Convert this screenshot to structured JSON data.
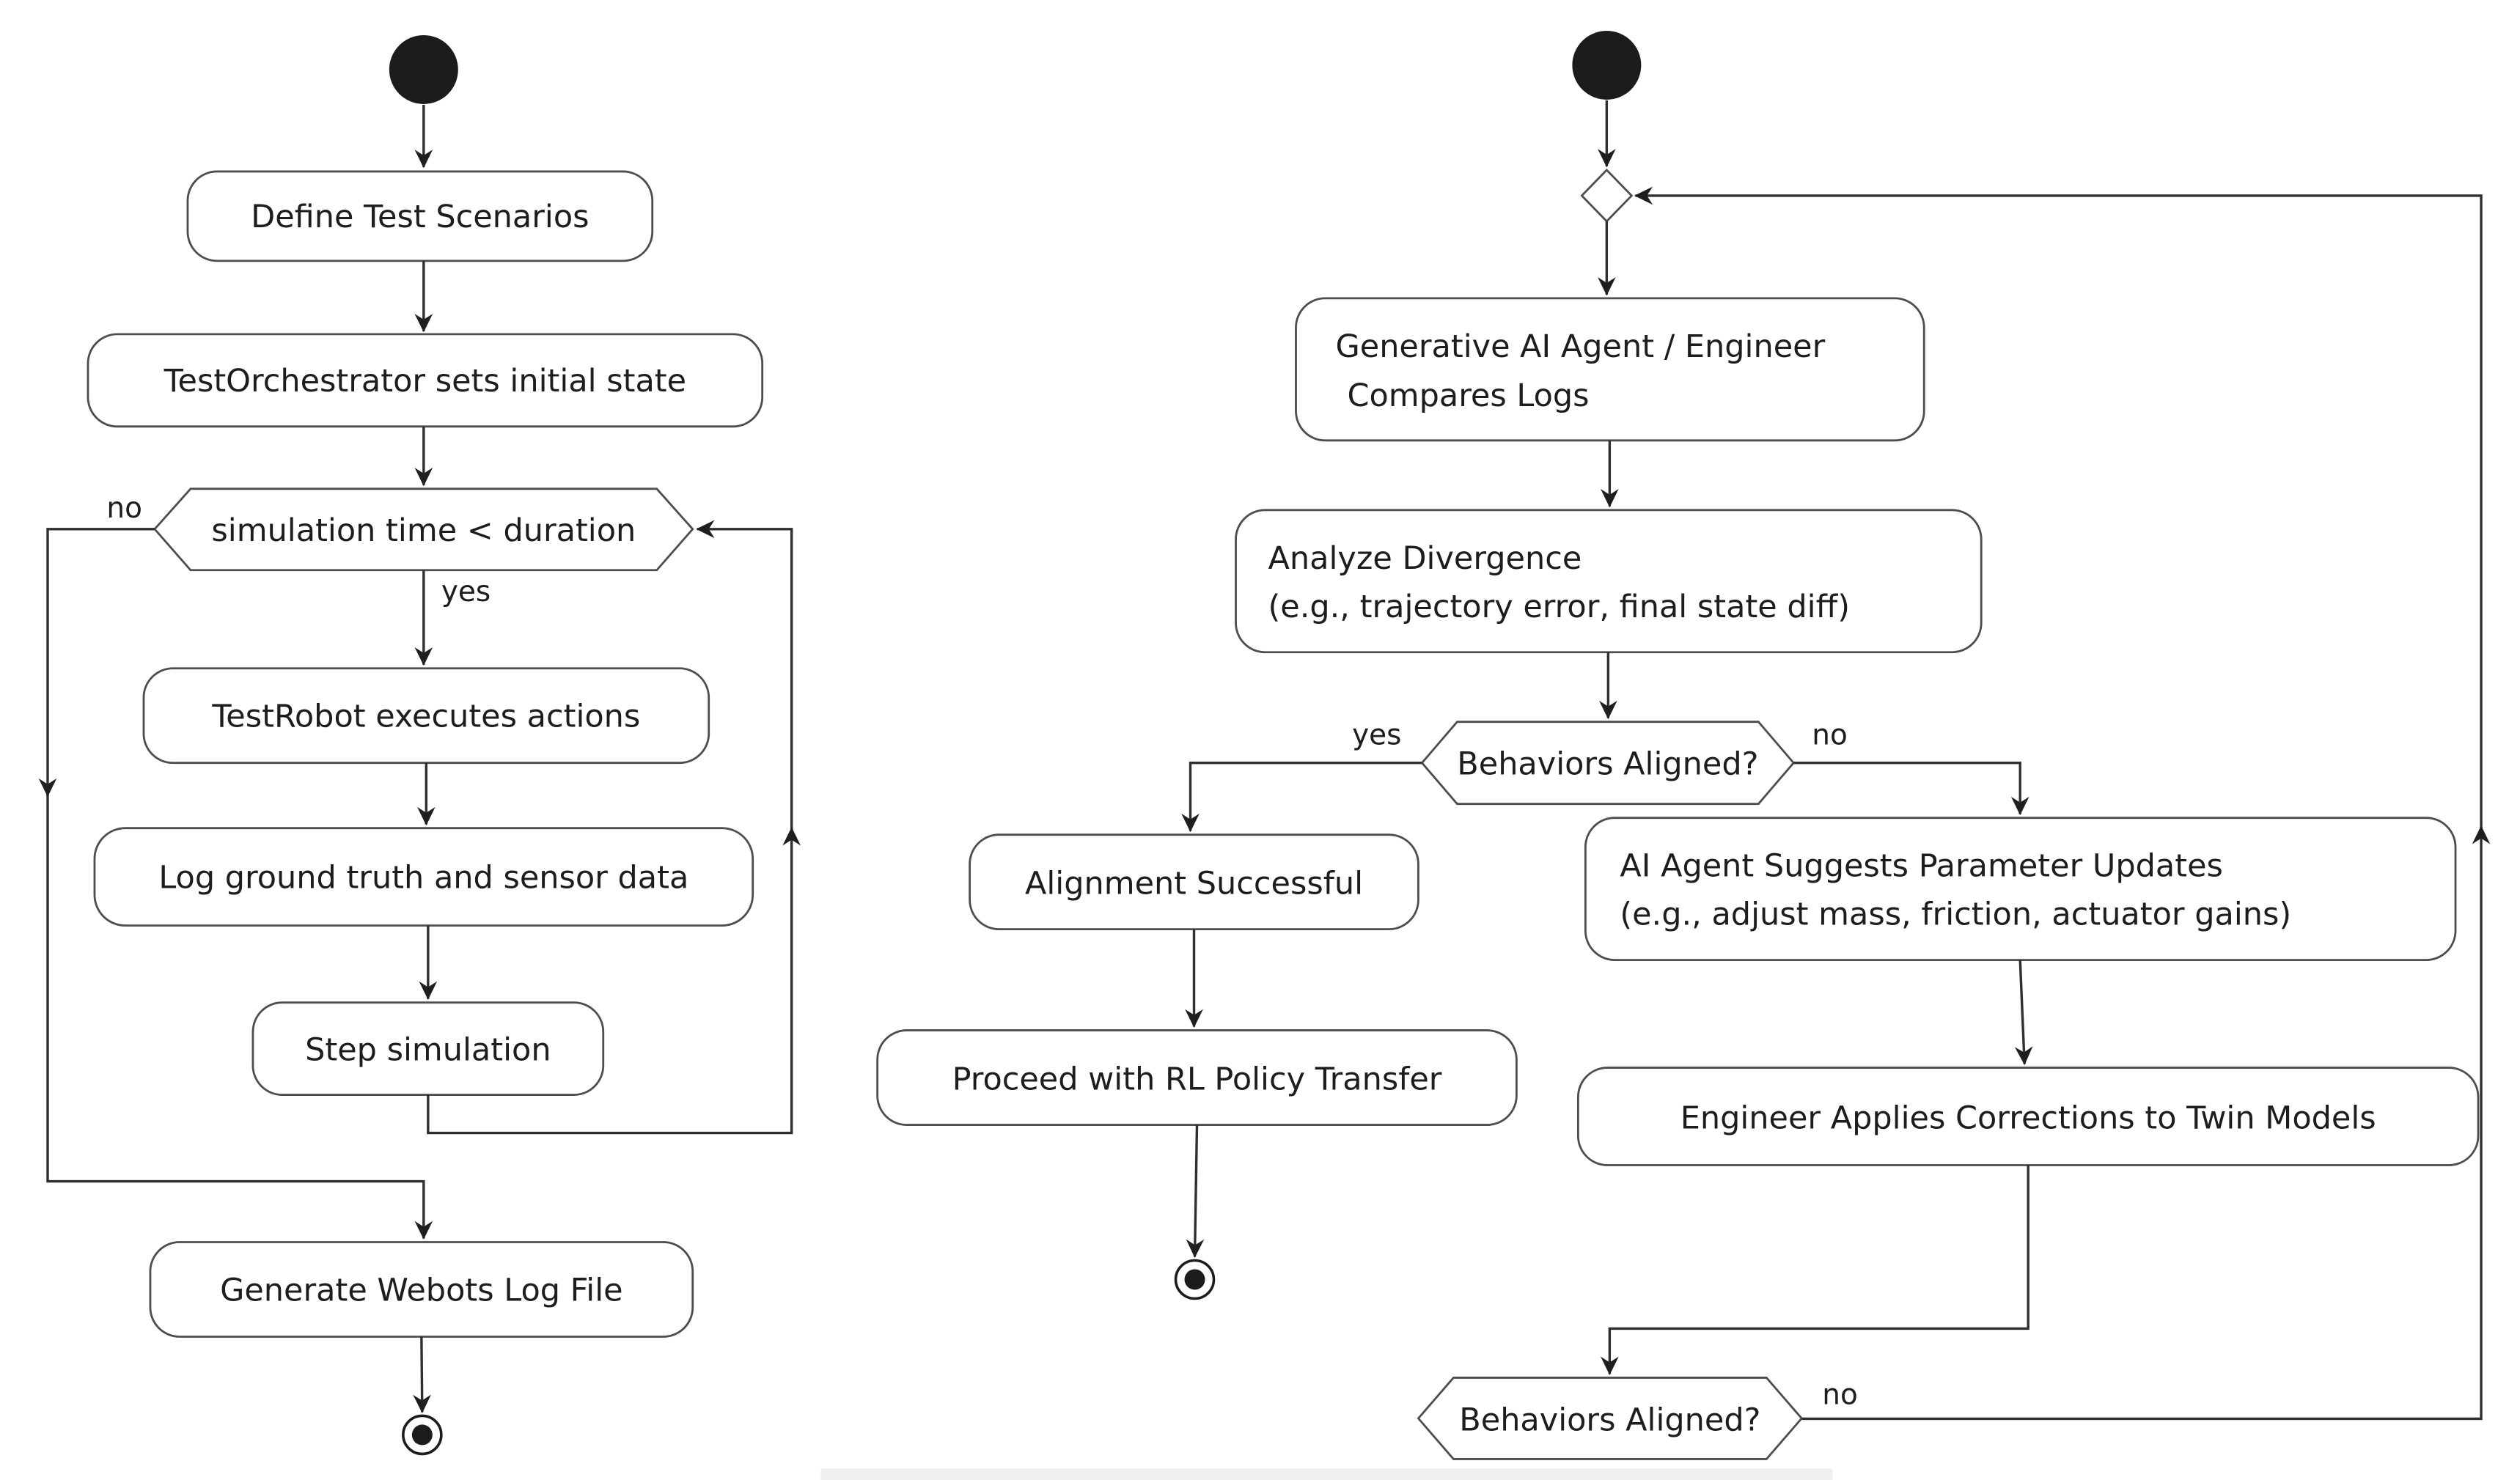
{
  "diagram": {
    "type": "activity-flowchart",
    "colors": {
      "background": "#ffffff",
      "line": "#2f2f2f",
      "node_border": "#4d4d4d",
      "node_fill": "#ffffff",
      "text": "#1d1d1d",
      "footer_bar": "#efefef"
    },
    "icons": {
      "left_start": "initial-node-icon",
      "left_end": "final-node-icon",
      "right_start": "initial-node-icon",
      "right_end": "final-node-icon",
      "right_merge": "merge-diamond-icon"
    },
    "left_flow": {
      "define": "Define Test Scenarios",
      "orchestrator": "TestOrchestrator sets initial state",
      "loop_condition": "simulation time < duration",
      "loop_no": "no",
      "loop_yes": "yes",
      "execute": "TestRobot executes actions",
      "log": "Log ground truth and sensor data",
      "step": "Step simulation",
      "generate": "Generate Webots Log File"
    },
    "right_flow": {
      "compare": {
        "lines": [
          "Generative AI Agent / Engineer",
          "Compares Logs"
        ]
      },
      "analyze": {
        "lines": [
          "Analyze Divergence",
          "(e.g., trajectory error, final state diff)"
        ]
      },
      "aligned": "Behaviors Aligned?",
      "aligned_yes": "yes",
      "aligned_no": "no",
      "success": "Alignment Successful",
      "proceed": "Proceed with RL Policy Transfer",
      "suggest": {
        "lines": [
          "AI Agent Suggests Parameter Updates",
          "(e.g., adjust mass, friction, actuator gains)"
        ]
      },
      "apply": "Engineer Applies Corrections to Twin Models",
      "recheck": "Behaviors Aligned?",
      "recheck_no": "no"
    }
  }
}
